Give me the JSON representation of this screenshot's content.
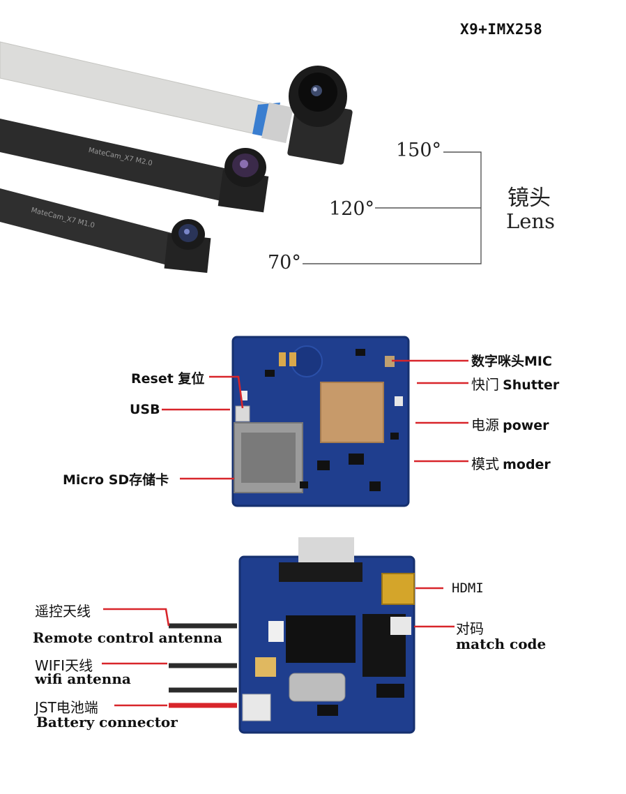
{
  "title": "X9+IMX258",
  "lens": {
    "cn": "镜头",
    "en": "Lens",
    "angles": [
      "150°",
      "120°",
      "70°"
    ],
    "cable_labels": [
      "MateCam_X7 M2.0",
      "MateCam_X7 M1.0"
    ]
  },
  "board_front": {
    "reset": "Reset 复位",
    "usb": "USB",
    "micro_sd": "Micro SD存储卡",
    "mic": "数字咪头MIC",
    "shutter_cn": "快门",
    "shutter_en": "Shutter",
    "power_cn": "电源",
    "power_en": "power",
    "mode_cn": "模式",
    "mode_en": "moder"
  },
  "board_back": {
    "remote_cn": "遥控天线",
    "remote_en": "Remote control antenna",
    "wifi_cn": "WIFI天线",
    "wifi_en": "wifi antenna",
    "jst_cn": "JST电池端",
    "battery_en": "Battery connector",
    "hdmi": "HDMI",
    "match_cn": "对码",
    "match_en": "match code"
  },
  "colors": {
    "pcb": "#1f3e8e",
    "pcb_dark": "#16306f",
    "pointer": "#d8252a",
    "cable_grey": "#d9d9d6",
    "cable_black": "#2b2b2b"
  }
}
